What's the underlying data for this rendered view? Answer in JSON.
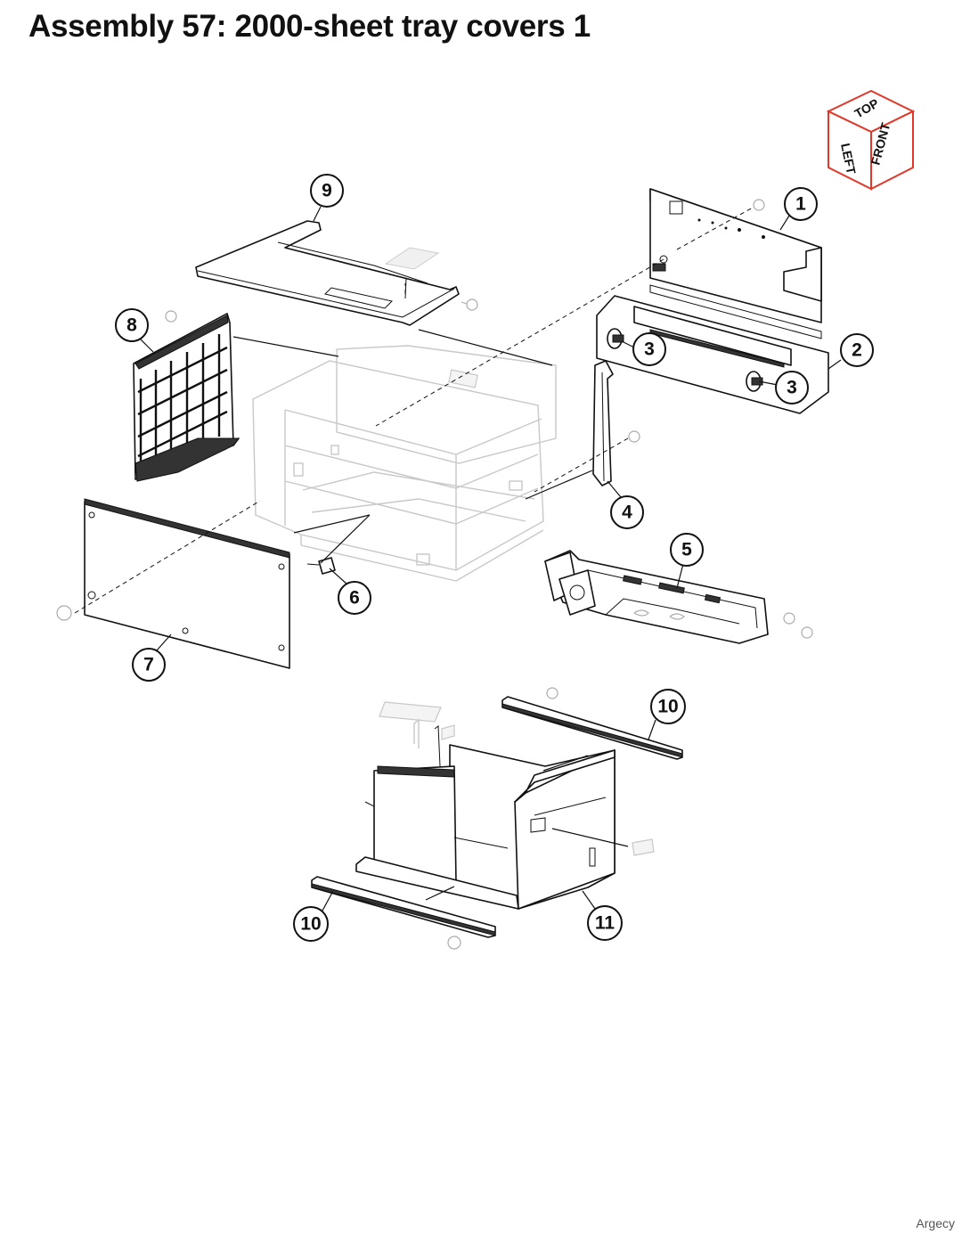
{
  "title": "Assembly 57: 2000-sheet tray covers 1",
  "orientation": {
    "top": "TOP",
    "left": "LEFT",
    "front": "FRONT",
    "accent": "#e0392b"
  },
  "callouts": [
    {
      "id": "c1",
      "label": "1"
    },
    {
      "id": "c2",
      "label": "2"
    },
    {
      "id": "c3a",
      "label": "3"
    },
    {
      "id": "c3b",
      "label": "3"
    },
    {
      "id": "c4",
      "label": "4"
    },
    {
      "id": "c5",
      "label": "5"
    },
    {
      "id": "c6",
      "label": "6"
    },
    {
      "id": "c7",
      "label": "7"
    },
    {
      "id": "c8",
      "label": "8"
    },
    {
      "id": "c9",
      "label": "9"
    },
    {
      "id": "c10a",
      "label": "10"
    },
    {
      "id": "c10b",
      "label": "10"
    },
    {
      "id": "c11",
      "label": "11"
    }
  ],
  "footer": "Argecy"
}
